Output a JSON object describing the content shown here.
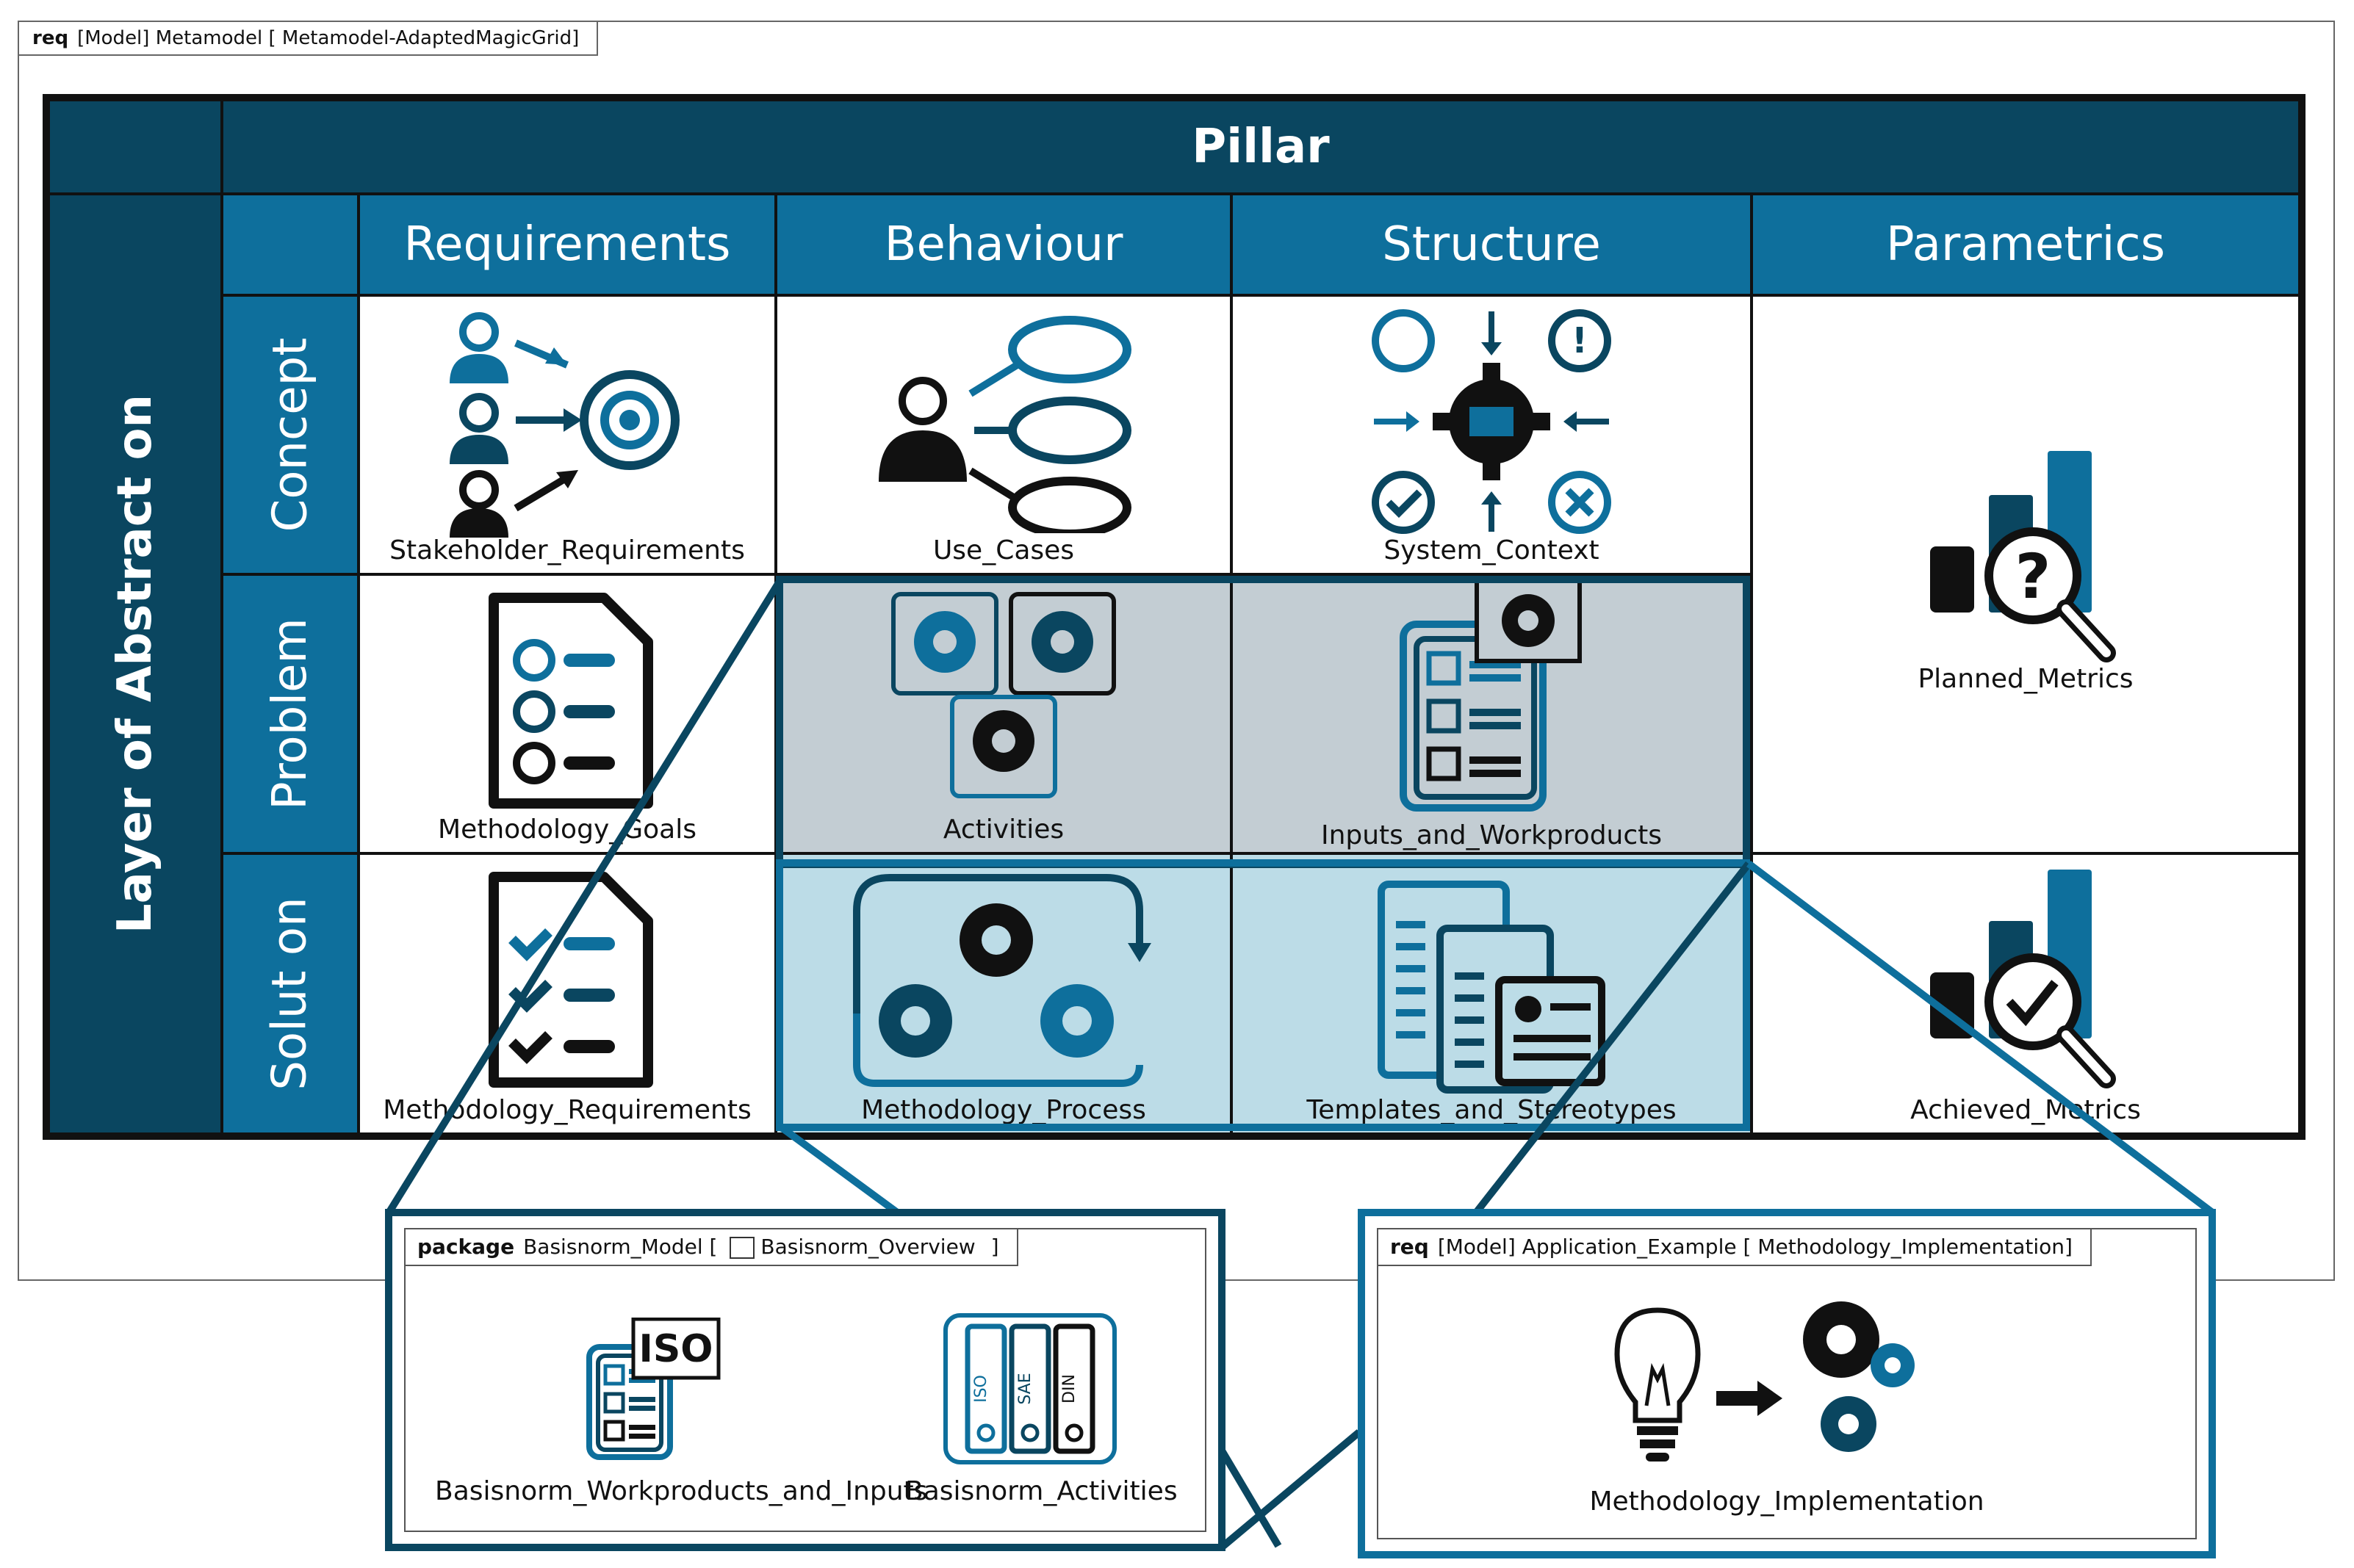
{
  "frame": {
    "keyword": "req",
    "title": "[Model] Metamodel [ Metamodel-AdaptedMagicGrid]"
  },
  "grid": {
    "pillar": "Pillar",
    "layer": "Layer of Abstract on",
    "columns": [
      "Requirements",
      "Behaviour",
      "Structure",
      "Parametrics"
    ],
    "rows": [
      "Concept",
      "Problem",
      "Solut on"
    ],
    "cells": {
      "stakeholder": "Stakeholder_Requirements",
      "use_cases": "Use_Cases",
      "system_context": "System_Context",
      "planned_metrics": "Planned_Metrics",
      "methodology_goals": "Methodology_Goals",
      "activities": "Activities",
      "inputs": "Inputs_and_Workproducts",
      "methodology_requirements": "Methodology_Requirements",
      "methodology_process": "Methodology_Process",
      "templates": "Templates_and_Stereotypes",
      "achieved_metrics": "Achieved_Metrics"
    }
  },
  "package_frame": {
    "keyword": "package",
    "title": "Basisnorm_Model [",
    "diagram": "Basisnorm_Overview",
    "close": "]",
    "items": [
      "Basisnorm_Workproducts_and_Inputs",
      "Basisnorm_Activities"
    ],
    "badge": "ISO",
    "binders": [
      "ISO",
      "SAE",
      "DIN"
    ]
  },
  "req_frame": {
    "keyword": "req",
    "title": "[Model] Application_Example [ Methodology_Implementation]",
    "item": "Methodology_Implementation"
  },
  "colors": {
    "dark": "#0a4660",
    "blue": "#0e6f9c",
    "gray_cell": "#c3cdd3",
    "light_cell": "#bcdce7"
  }
}
